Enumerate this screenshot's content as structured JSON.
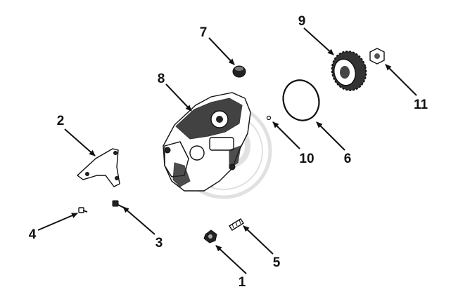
{
  "callouts": [
    {
      "id": "1",
      "label": "1"
    },
    {
      "id": "2",
      "label": "2"
    },
    {
      "id": "3",
      "label": "3"
    },
    {
      "id": "4",
      "label": "4"
    },
    {
      "id": "5",
      "label": "5"
    },
    {
      "id": "6",
      "label": "6"
    },
    {
      "id": "7",
      "label": "7"
    },
    {
      "id": "8",
      "label": "8"
    },
    {
      "id": "9",
      "label": "9"
    },
    {
      "id": "10",
      "label": "10"
    },
    {
      "id": "11",
      "label": "11"
    }
  ],
  "colors": {
    "ink": "#111111",
    "background": "#ffffff",
    "watermark": "#bdbdbd"
  }
}
